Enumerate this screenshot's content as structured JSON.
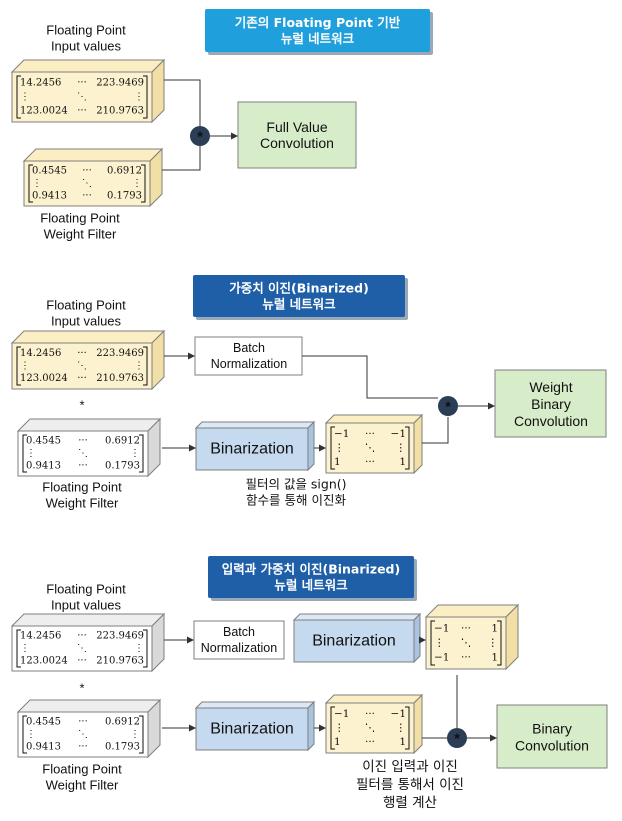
{
  "sections": [
    {
      "title": [
        "기존의 Floating Point 기반",
        "뉴럴 네트워크"
      ],
      "input_label": [
        "Floating Point",
        "Input values"
      ],
      "input_matrix": [
        [
          "14.2456",
          "···",
          "223.9469"
        ],
        [
          "⋮",
          "⋱",
          "⋮"
        ],
        [
          "123.0024",
          "···",
          "210.9763"
        ]
      ],
      "weight_matrix": [
        [
          "0.4545",
          "···",
          "0.6912"
        ],
        [
          "⋮",
          "⋱",
          "⋮"
        ],
        [
          "0.9413",
          "···",
          "0.1793"
        ]
      ],
      "weight_label": [
        "Floating Point",
        "Weight Filter"
      ],
      "output_label": [
        "Full Value",
        "Convolution"
      ]
    },
    {
      "title": [
        "가중치 이진(Binarized)",
        "뉴럴 네트워크"
      ],
      "input_label": [
        "Floating Point",
        "Input values"
      ],
      "input_matrix": [
        [
          "14.2456",
          "···",
          "223.9469"
        ],
        [
          "⋮",
          "⋱",
          "⋮"
        ],
        [
          "123.0024",
          "···",
          "210.9763"
        ]
      ],
      "weight_matrix": [
        [
          "0.4545",
          "···",
          "0.6912"
        ],
        [
          "⋮",
          "⋱",
          "⋮"
        ],
        [
          "0.9413",
          "···",
          "0.1793"
        ]
      ],
      "weight_label": [
        "Floating Point",
        "Weight Filter"
      ],
      "batch_norm": [
        "Batch",
        "Normalization"
      ],
      "binarization": "Binarization",
      "binary_matrix": [
        [
          "−1",
          "···",
          "−1"
        ],
        [
          "⋮",
          "⋱",
          "⋮"
        ],
        [
          "1",
          "···",
          "1"
        ]
      ],
      "note": [
        "필터의 값을 sign()",
        "함수를 통해 이진화"
      ],
      "output_label": [
        "Weight",
        "Binary",
        "Convolution"
      ],
      "star": "*"
    },
    {
      "title": [
        "입력과 가중치 이진(Binarized)",
        "뉴럴 네트워크"
      ],
      "input_label": [
        "Floating Point",
        "Input values"
      ],
      "input_matrix": [
        [
          "14.2456",
          "···",
          "223.9469"
        ],
        [
          "⋮",
          "⋱",
          "⋮"
        ],
        [
          "123.0024",
          "···",
          "210.9763"
        ]
      ],
      "weight_matrix": [
        [
          "0.4545",
          "···",
          "0.6912"
        ],
        [
          "⋮",
          "⋱",
          "⋮"
        ],
        [
          "0.9413",
          "···",
          "0.1793"
        ]
      ],
      "weight_label": [
        "Floating Point",
        "Weight Filter"
      ],
      "batch_norm": [
        "Batch",
        "Normalization"
      ],
      "binarization_input": "Binarization",
      "binarization_weight": "Binarization",
      "binary_input_matrix": [
        [
          "−1",
          "···",
          "1"
        ],
        [
          "⋮",
          "⋱",
          "⋮"
        ],
        [
          "−1",
          "···",
          "1"
        ]
      ],
      "binary_weight_matrix": [
        [
          "−1",
          "···",
          "−1"
        ],
        [
          "⋮",
          "⋱",
          "⋮"
        ],
        [
          "1",
          "···",
          "1"
        ]
      ],
      "note": [
        "이진 입력과 이진",
        "필터를 통해서 이진",
        "행렬 계산"
      ],
      "output_label": [
        "Binary",
        "Convolution"
      ],
      "star": "*"
    }
  ],
  "operator_symbol": "*",
  "colors": {
    "title_fill": "#1f9fdb",
    "title_fill_dark": "#1f5fa8",
    "cream": "#fdf2cf",
    "cream_side": "#f1dfa5",
    "cream_top": "#fbeec2",
    "white_side": "#d9d9d9",
    "white_top": "#eeeeee",
    "green": "#d7ecc9",
    "blue": "#c5d9ef",
    "op_circle": "#2b3e56"
  }
}
